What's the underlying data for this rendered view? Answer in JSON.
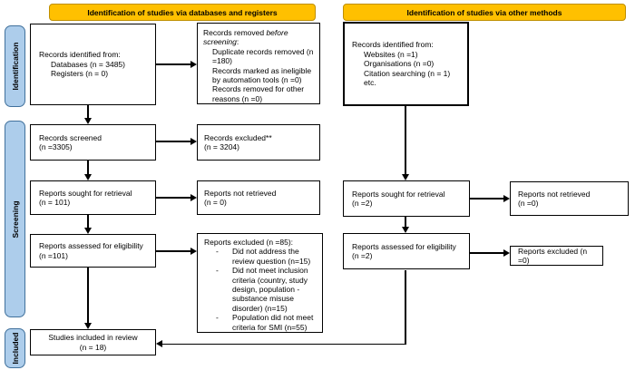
{
  "headers": {
    "left": "Identification of studies via databases and registers",
    "right": "Identification of studies via other methods"
  },
  "sidebar": {
    "identification": "Identification",
    "screening": "Screening",
    "included": "Included"
  },
  "colors": {
    "header_fill": "#FFC000",
    "header_border": "#BF8F00",
    "sidebar_fill": "#ADCDEB",
    "sidebar_border": "#41719C",
    "box_border": "#000000",
    "box_fill": "#FFFFFF"
  },
  "bullet_marker": "-",
  "boxes": {
    "records_identified_db": {
      "intro": "Records identified from:",
      "items": [
        "Databases (n = 3485)",
        "Registers (n = 0)"
      ]
    },
    "records_removed": {
      "l1_plain": "Records removed ",
      "l1_italic": "before",
      "l2_italic": "screening",
      "l2_plain": ":",
      "items": [
        [
          "Duplicate records removed (n",
          "=180)"
        ],
        [
          "Records marked as ineligible",
          "by automation tools (n =0)"
        ],
        [
          "Records removed for other",
          "reasons (n =0)"
        ]
      ]
    },
    "records_screened": {
      "l1": "Records screened",
      "l2": "(n =3305)"
    },
    "records_excluded": {
      "l1": "Records excluded**",
      "l2": "(n = 3204)"
    },
    "reports_sought_db": {
      "l1": "Reports sought for retrieval",
      "l2": "(n = 101)"
    },
    "reports_not_retrieved_db": {
      "l1": "Reports not retrieved",
      "l2": "(n = 0)"
    },
    "reports_assessed_db": {
      "l1": "Reports assessed for eligibility",
      "l2": "(n =101)"
    },
    "reports_excluded_db": {
      "l1": "Reports excluded (n =85):",
      "bullets": [
        [
          "Did not address the",
          "review question (n=15)"
        ],
        [
          "Did not meet inclusion",
          "criteria (country, study",
          "design, population -",
          "substance misuse",
          "disorder) (n=15)"
        ],
        [
          "Population did not meet",
          "criteria for SMI (n=55)"
        ]
      ]
    },
    "studies_included": {
      "l1": "Studies included in review",
      "l2": "(n = 18)"
    },
    "records_identified_other": {
      "intro": "Records identified from:",
      "items": [
        "Websites (n =1)",
        "Organisations (n =0)",
        "Citation searching (n = 1)",
        "etc."
      ]
    },
    "reports_sought_other": {
      "l1": "Reports sought for retrieval",
      "l2": "(n =2)"
    },
    "reports_not_retrieved_other": {
      "l1": "Reports not retrieved",
      "l2": "(n =0)"
    },
    "reports_assessed_other": {
      "l1": "Reports assessed for eligibility",
      "l2": "(n =2)"
    },
    "reports_excluded_other": {
      "l1": "Reports excluded (n =0)"
    }
  }
}
